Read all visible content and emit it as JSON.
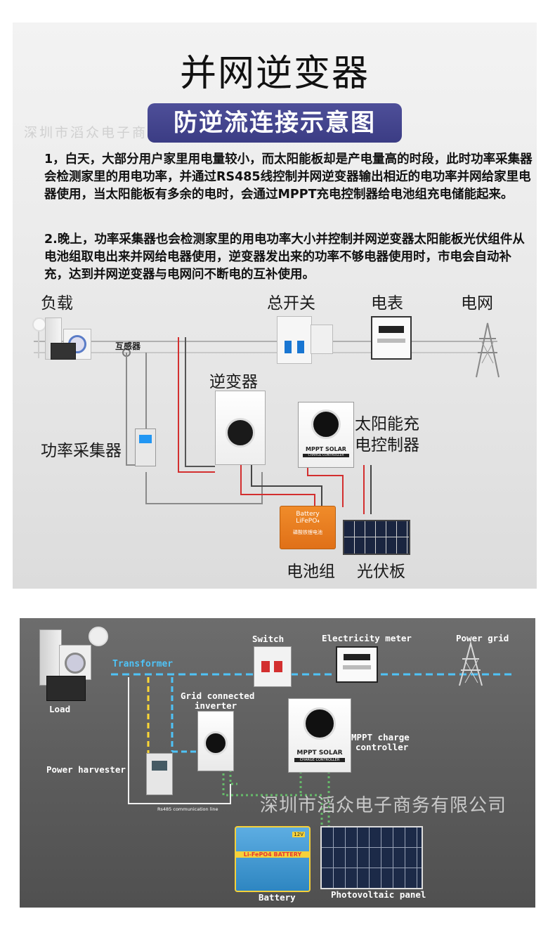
{
  "cn": {
    "title": "并网逆变器",
    "banner": "防逆流连接示意图",
    "watermark": "深圳市滔众电子商务有限公司",
    "para1": "1，白天，大部分用户家里用电量较小，而太阳能板却是产电量高的时段，此时功率采集器会检测家里的用电功率，并通过RS485线控制并网逆变器输出相近的电功率并网给家里电器使用，当太阳能板有多余的电时，会通过MPPT充电控制器给电池组充电储能起来。",
    "para2": "2.晚上，功率采集器也会检测家里的用电功率大小并控制并网逆变器太阳能板光伏组件从电池组取电出来并网给电器使用，逆变器发出来的功率不够电器使用时，市电会自动补充，达到并网逆变器与电网问不断电的互补使用。",
    "labels": {
      "load": "负载",
      "switch": "总开关",
      "meter": "电表",
      "grid": "电网",
      "transformer": "互感器",
      "inverter": "逆变器",
      "controller_line1": "太阳能充",
      "controller_line2": "电控制器",
      "harvester": "功率采集器",
      "battery": "电池组",
      "pv": "光伏板"
    },
    "device_text": {
      "mppt": "MPPT SOLAR",
      "mppt_sub": "CHARGE CONTROLLER",
      "battery_brand": "Battery",
      "battery_type": "LiFePO₄",
      "battery_cn": "磷酸铁锂电池"
    }
  },
  "en": {
    "switch": "Switch",
    "meter": "Electricity meter",
    "grid": "Power grid",
    "transformer": "Transformer",
    "load": "Load",
    "inverter_line1": "Grid connected",
    "inverter_line2": "inverter",
    "controller_line1": "MPPT charge",
    "controller_line2": "controller",
    "harvester": "Power harvester",
    "rs485": "Rs485 communication line",
    "battery": "Battery",
    "pv": "Photovoltaic panel",
    "watermark": "深圳市滔众电子商务有限公司",
    "mppt": "MPPT SOLAR",
    "mppt_sub": "CHARGE CONTROLLER",
    "battery_label": "Li-FePO4 BATTERY",
    "battery_tag": "12V"
  },
  "colors": {
    "banner": "#3f4088",
    "line_red": "#d32f2f",
    "line_gray": "#9e9e9e",
    "line_blue_dashed": "#4fc3f7",
    "line_green_dotted": "#66bb6a",
    "line_yellow_dashed": "#fdd835",
    "line_white": "#f0f0f0"
  }
}
